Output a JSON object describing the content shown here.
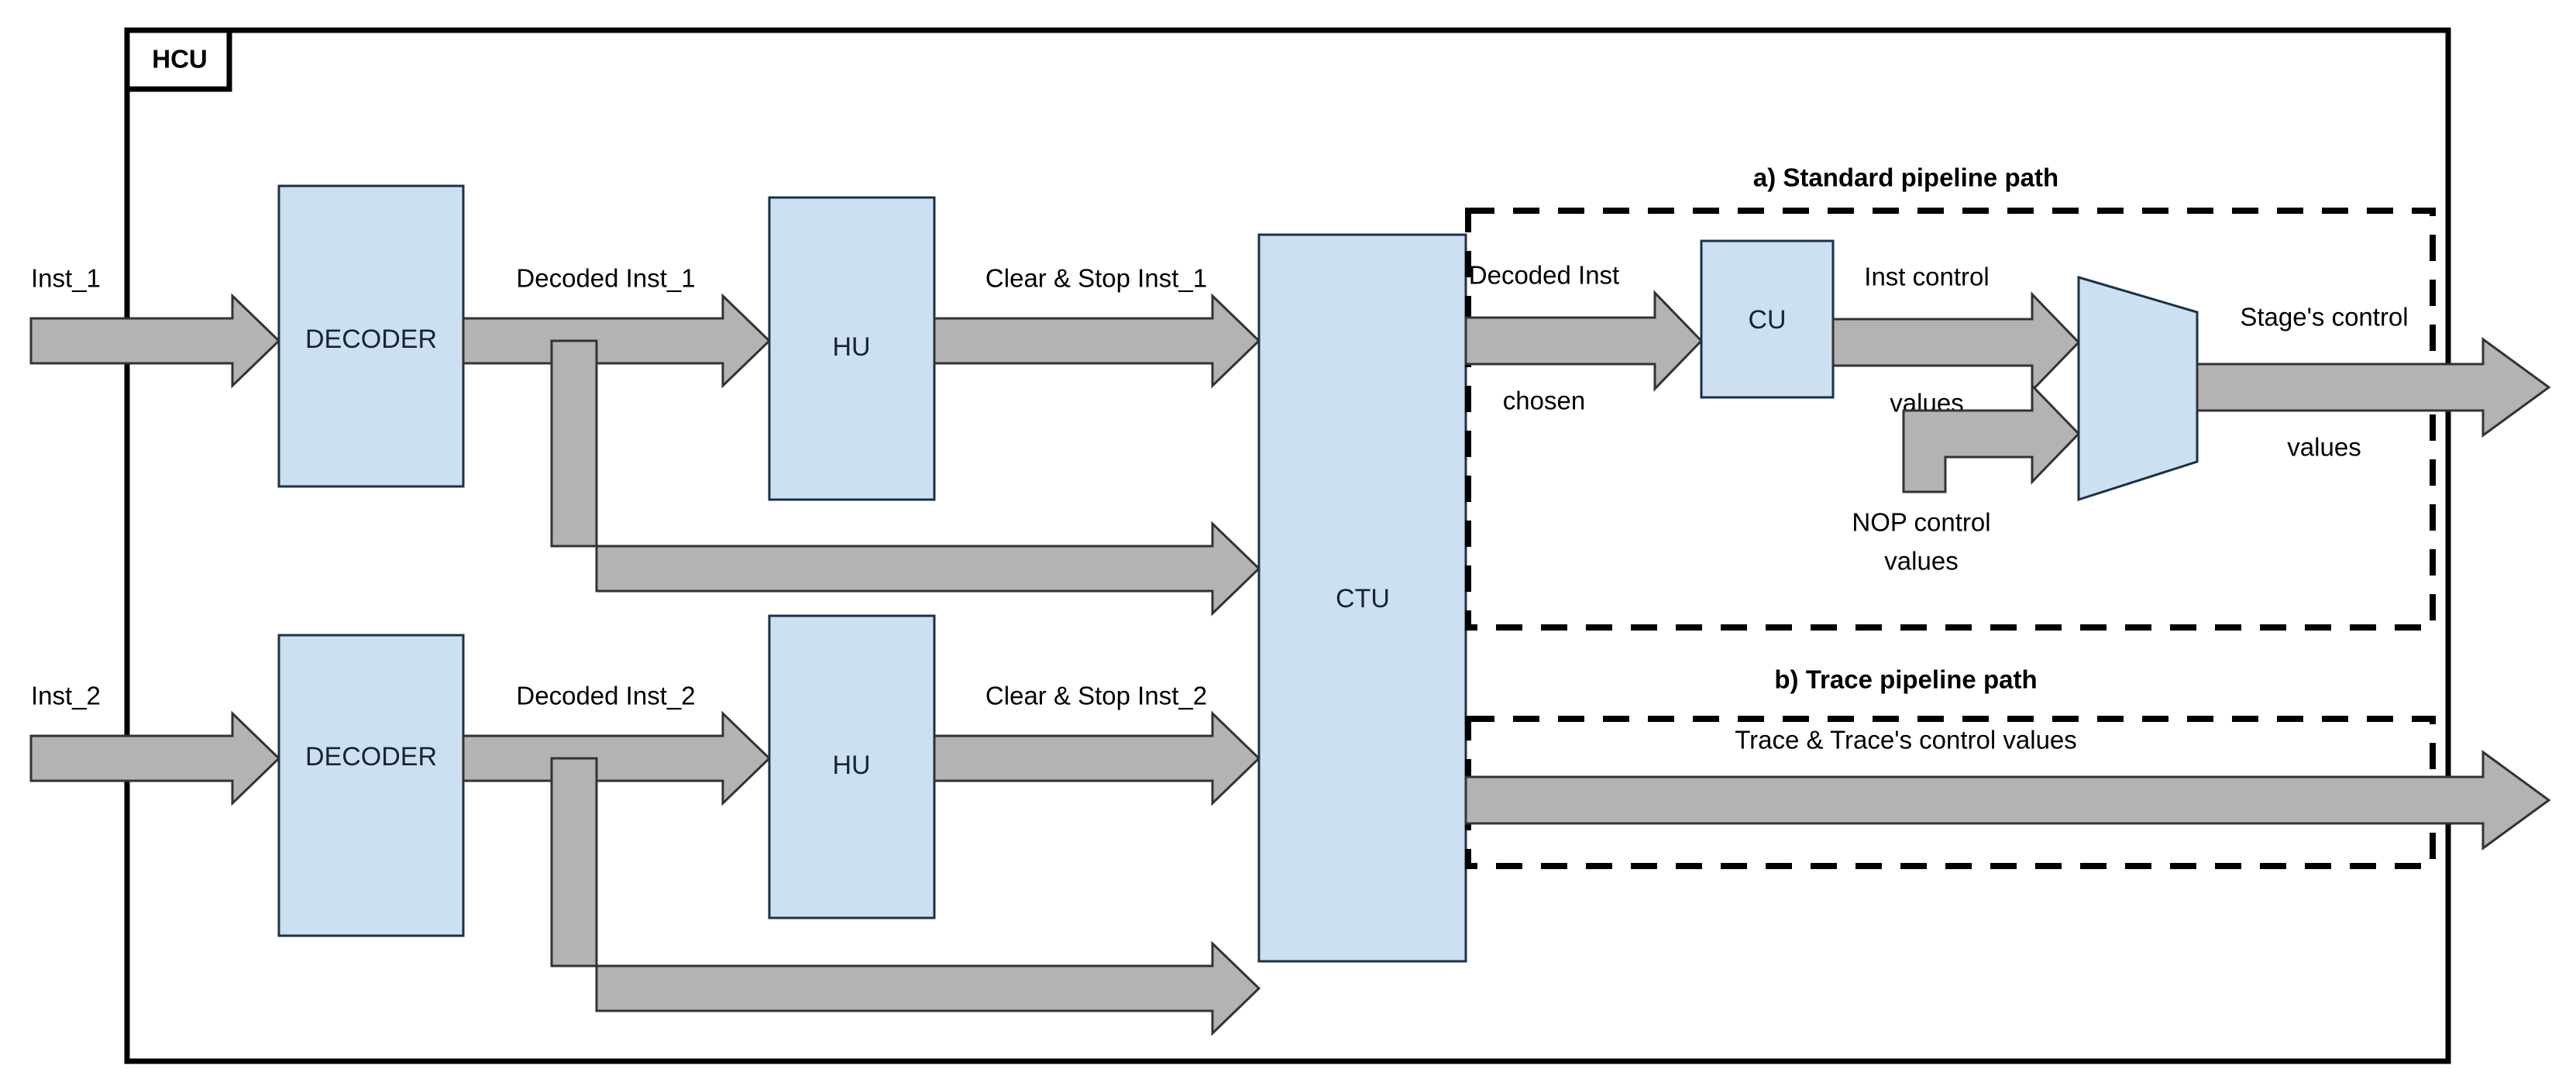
{
  "diagram": {
    "title": "HCU",
    "colors": {
      "block_fill": "#cde0f2",
      "block_stroke": "#1b3147",
      "arrow_fill": "#b3b3b3",
      "arrow_stroke": "#333333",
      "border": "#000000",
      "background": "#ffffff"
    },
    "blocks": [
      {
        "id": "decoder1",
        "label": "DECODER"
      },
      {
        "id": "hu1",
        "label": "HU"
      },
      {
        "id": "decoder2",
        "label": "DECODER"
      },
      {
        "id": "hu2",
        "label": "HU"
      },
      {
        "id": "ctu",
        "label": "CTU"
      },
      {
        "id": "cu",
        "label": "CU"
      },
      {
        "id": "mux",
        "label": ""
      }
    ],
    "sections": [
      {
        "id": "standard",
        "label": "a) Standard pipeline path"
      },
      {
        "id": "trace",
        "label": "b) Trace pipeline path"
      }
    ],
    "edge_labels": {
      "inst_1": "Inst_1",
      "inst_2": "Inst_2",
      "decoded_inst_1": "Decoded Inst_1",
      "decoded_inst_2": "Decoded Inst_2",
      "clear_stop_inst_1": "Clear & Stop Inst_1",
      "clear_stop_inst_2": "Clear & Stop Inst_2",
      "decoded_inst_line1": "Decoded Inst",
      "decoded_inst_line2": "chosen",
      "inst_control_line1": "Inst control",
      "inst_control_line2": "values",
      "nop_control_line1": "NOP control",
      "nop_control_line2": "values",
      "stage_control_line1": "Stage's control",
      "stage_control_line2": "values",
      "trace_control": "Trace & Trace's control values"
    }
  }
}
